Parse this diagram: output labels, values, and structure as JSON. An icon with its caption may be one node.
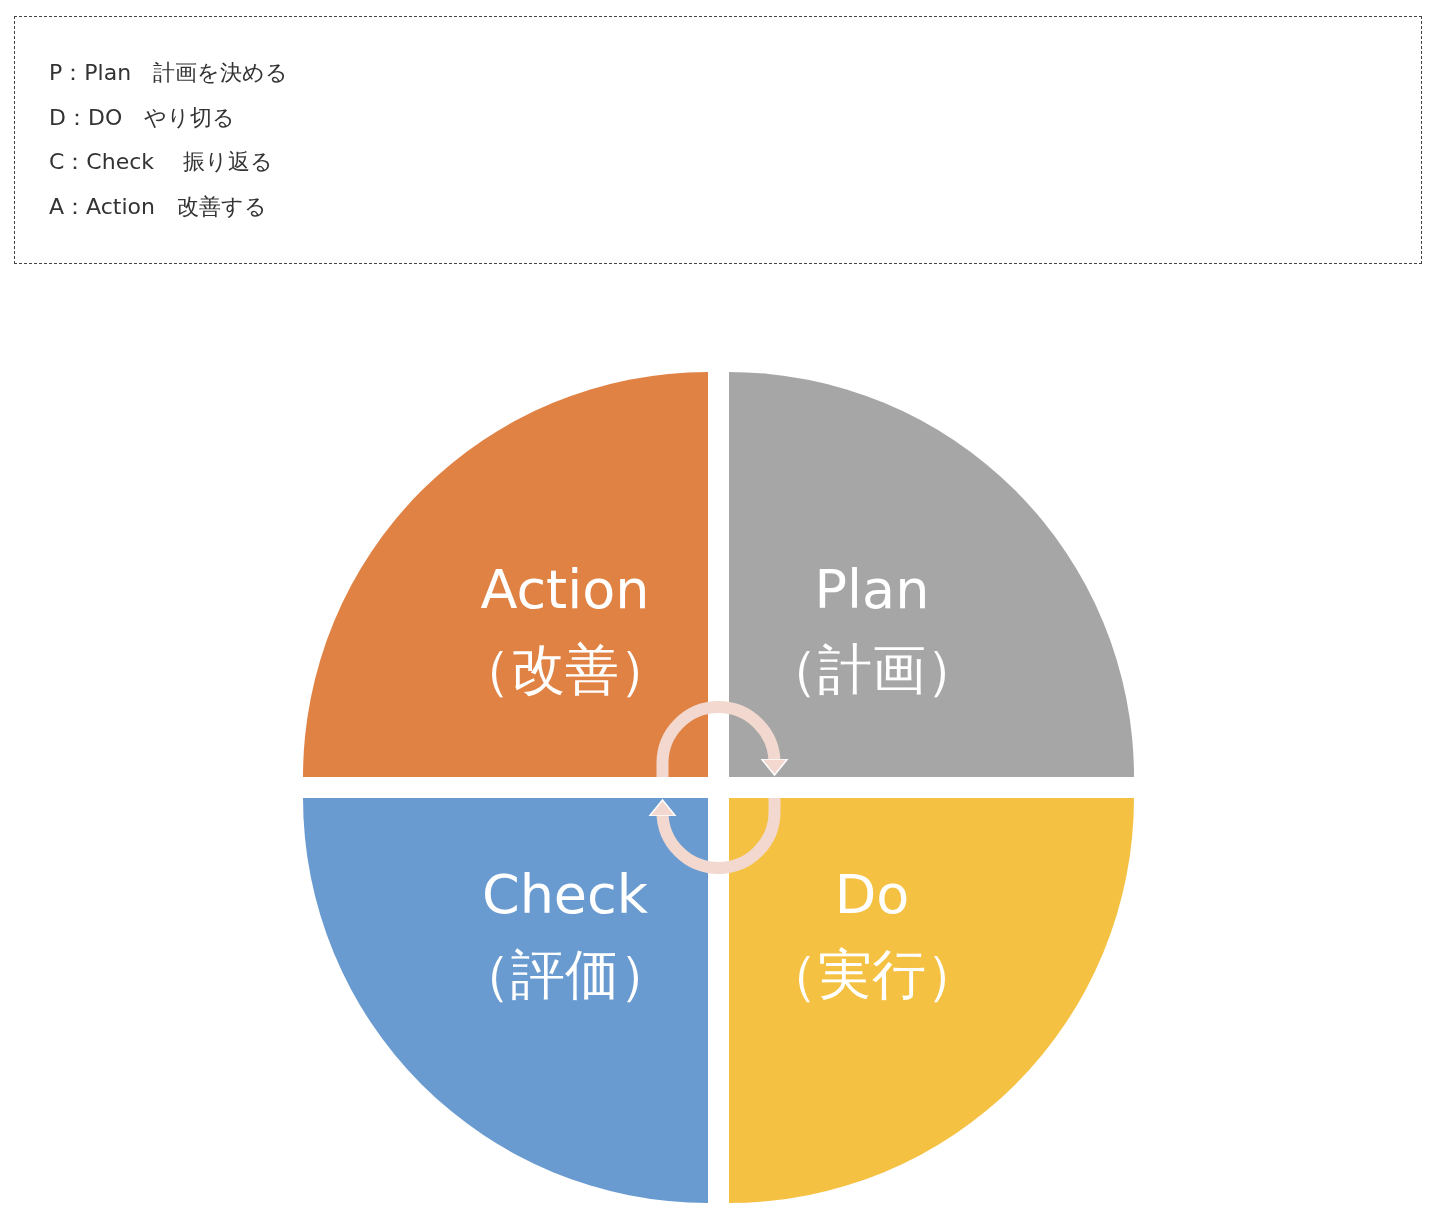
{
  "diagram": {
    "nodes": [
      {
        "text": [
          "P：Plan　計画を決める",
          "D：DO　やり切る",
          "C：Check　 振り返る",
          "A：Action　改善する"
        ]
      },
      {
        "text": [
          "Action",
          "（改善）"
        ]
      },
      {
        "text": [
          "Plan",
          "（計画）"
        ]
      },
      {
        "text": [
          "Check",
          "（評価）"
        ]
      },
      {
        "text": [
          "Do",
          "（実行）"
        ]
      }
    ],
    "edges": [
      {
        "from": 1,
        "to": 2,
        "arrow": "to"
      },
      {
        "from": 4,
        "to": 3,
        "arrow": "to"
      }
    ]
  }
}
